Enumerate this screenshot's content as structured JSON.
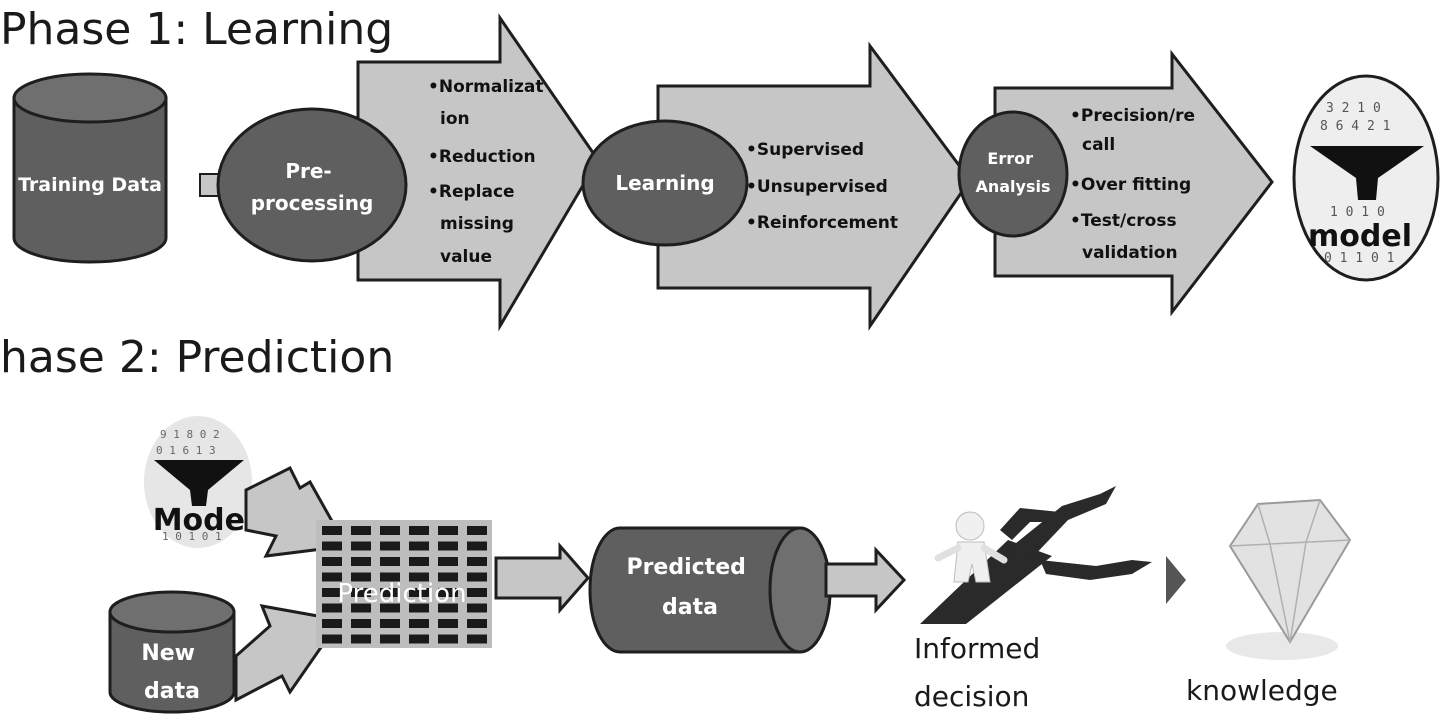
{
  "phase1": {
    "title": "Phase 1: Learning",
    "training_data": [
      "Training Data"
    ],
    "preprocessing": [
      "Pre-",
      "processing"
    ],
    "preprocessing_items": [
      "•Normalizat",
      "ion",
      "•Reduction",
      "•Replace",
      "missing",
      "value"
    ],
    "learning": [
      "Learning"
    ],
    "learning_items": [
      "•Supervised",
      "•Unsupervised",
      "•Reinforcement"
    ],
    "error_analysis": [
      "Error",
      "Analysis"
    ],
    "error_items": [
      "•Precision/re",
      "call",
      "•Over fitting",
      "•Test/cross",
      "validation"
    ],
    "model": "model"
  },
  "phase2": {
    "title": "hase 2: Prediction",
    "model": "Model",
    "new_data": [
      "New",
      "data"
    ],
    "prediction": "Prediction",
    "predicted_data": [
      "Predicted",
      "data"
    ],
    "informed_decision": [
      "Informed",
      "decision"
    ],
    "knowledge": "knowledge"
  },
  "colors": {
    "shape_dark": "#5f5f5f",
    "shape_light": "#c6c6c6",
    "outline": "#1e1e1e"
  }
}
